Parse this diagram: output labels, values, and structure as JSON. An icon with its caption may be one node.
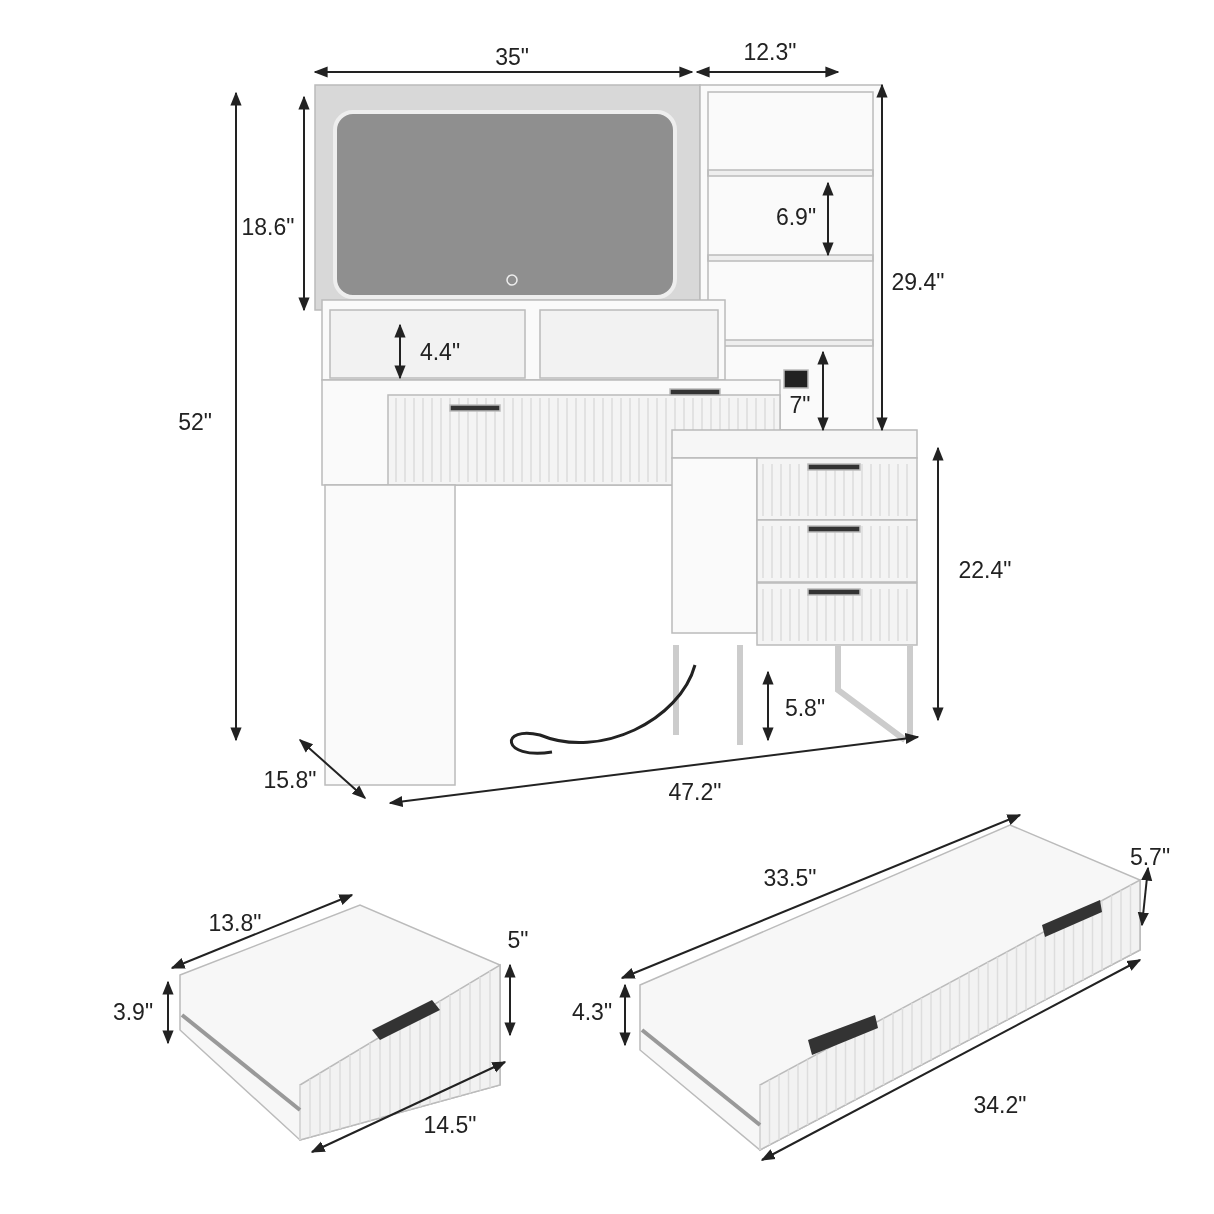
{
  "diagram": {
    "labels": [
      "35\"",
      "12.3\"",
      "18.6\"",
      "6.9\"",
      "29.4\"",
      "52\"",
      "4.4\"",
      "7\"",
      "22.4\"",
      "5.8\"",
      "15.8\"",
      "47.2\"",
      "33.5\"",
      "5.7\"",
      "13.8\"",
      "5\"",
      "3.9\"",
      "4.3\"",
      "34.2\"",
      "14.5\""
    ]
  }
}
